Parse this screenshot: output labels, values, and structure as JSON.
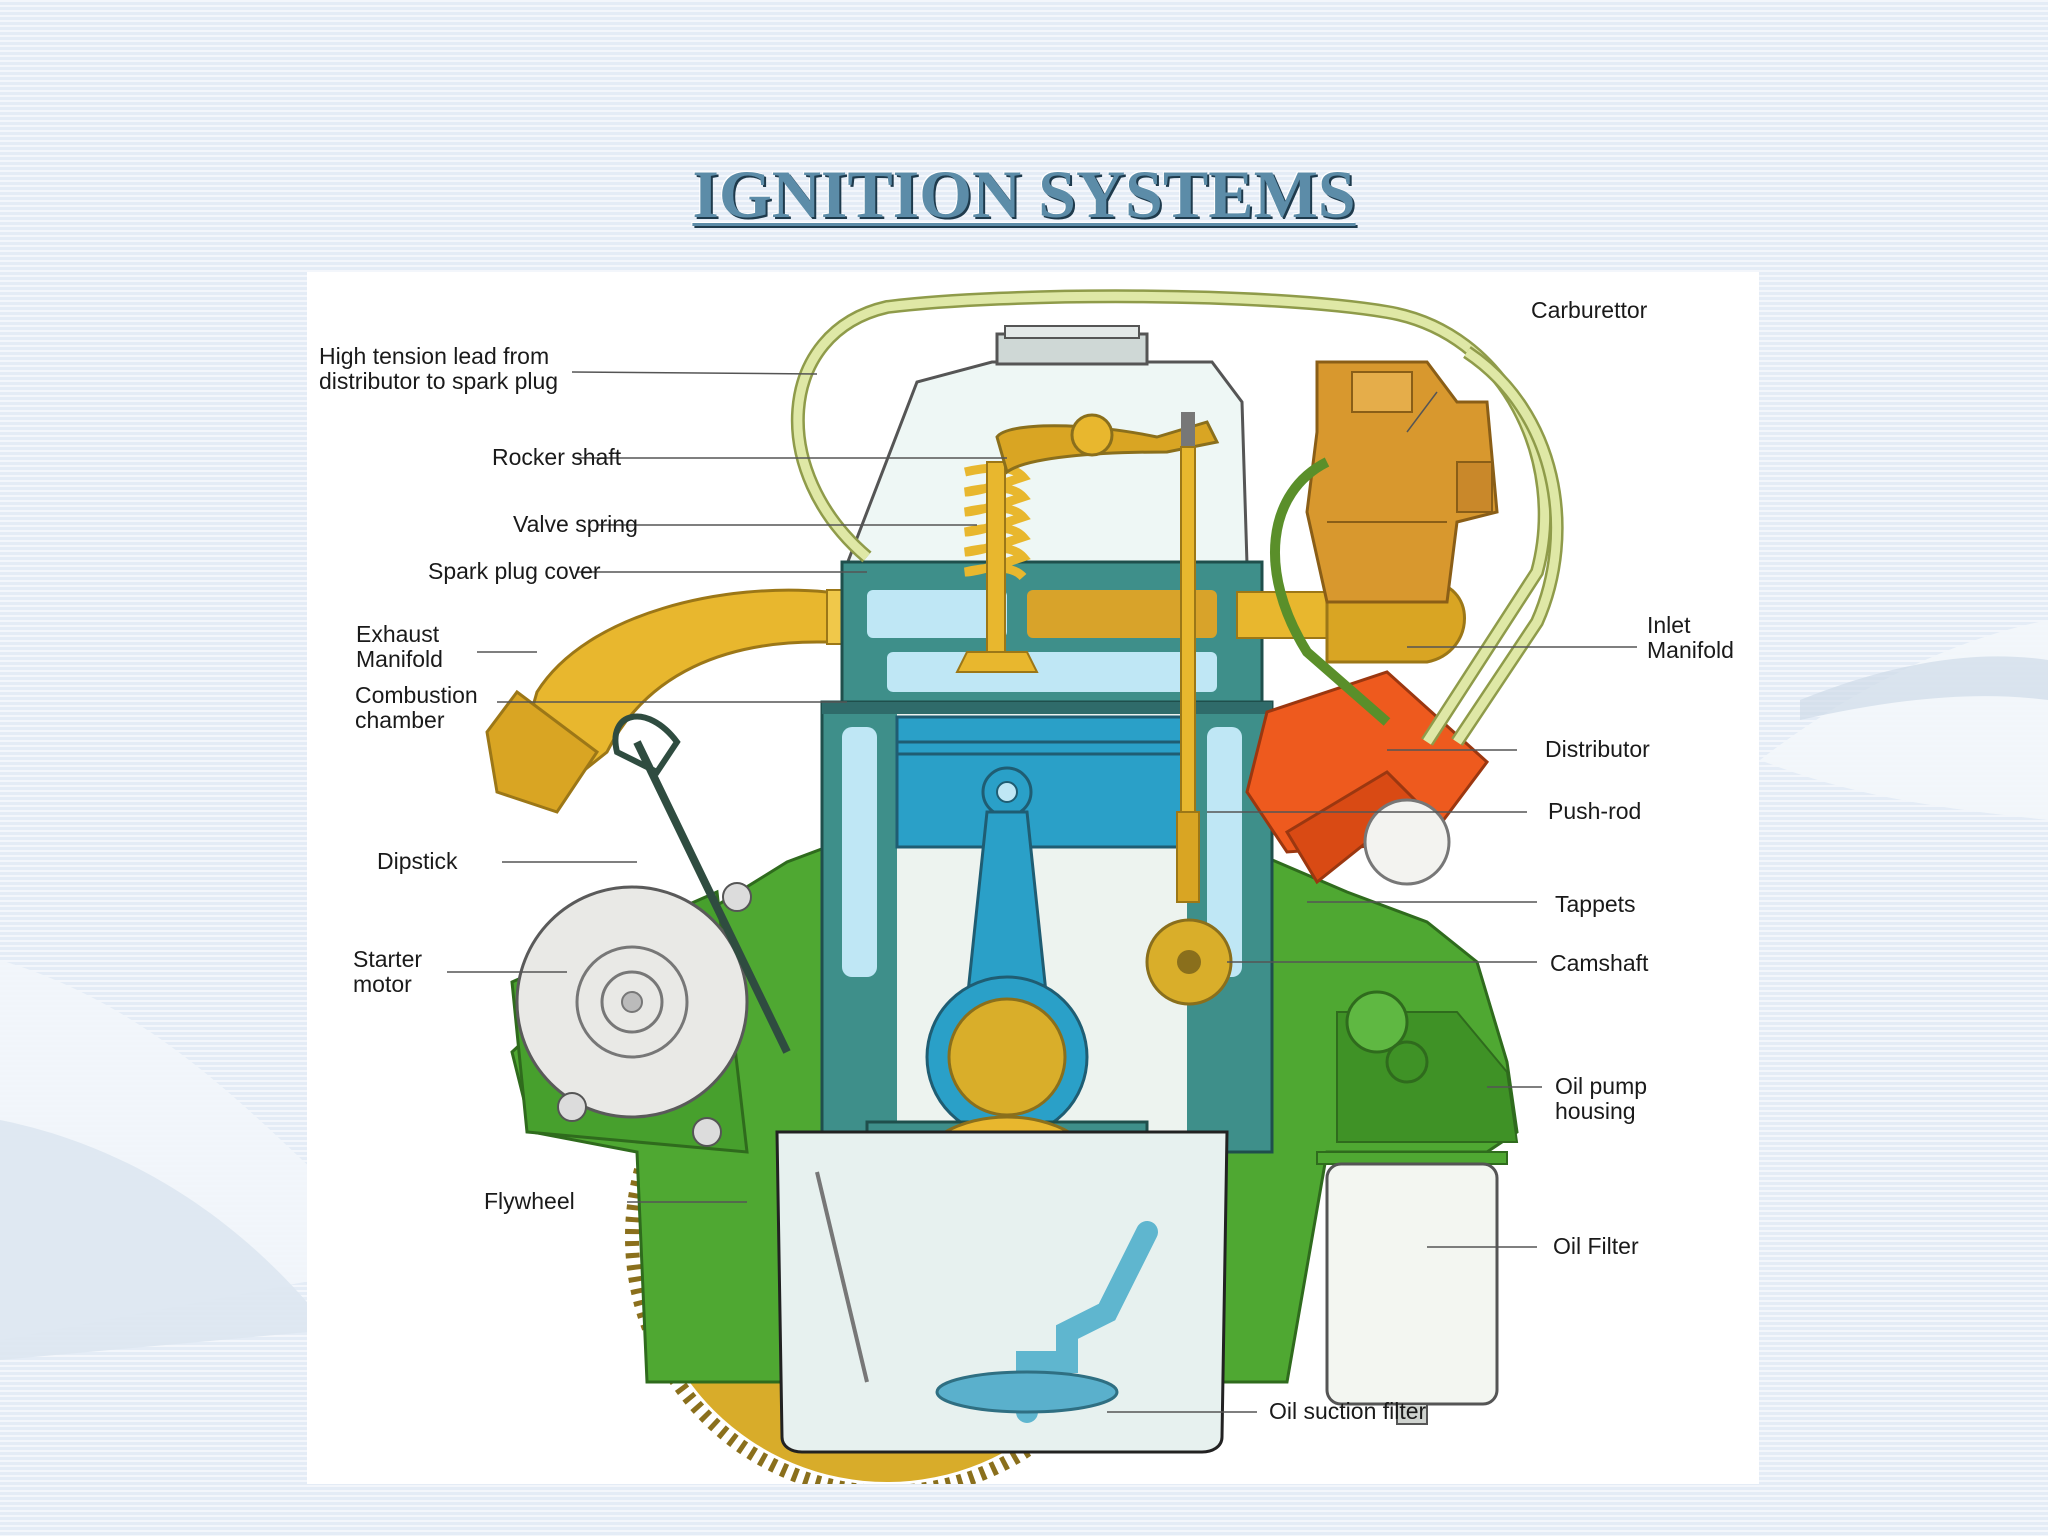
{
  "slide": {
    "title": "IGNITION SYSTEMS"
  },
  "diagram": {
    "labels_left": {
      "ht_lead_1": "High tension lead from",
      "ht_lead_2": "distributor to spark plug",
      "rocker_shaft": "Rocker shaft",
      "valve_spring": "Valve spring",
      "spark_plug_cover": "Spark plug cover",
      "exhaust_1": "Exhaust",
      "exhaust_2": "Manifold",
      "combustion_1": "Combustion",
      "combustion_2": "chamber",
      "dipstick": "Dipstick",
      "starter_1": "Starter",
      "starter_2": "motor",
      "flywheel": "Flywheel"
    },
    "labels_right": {
      "carburettor": "Carburettor",
      "inlet_1": "Inlet",
      "inlet_2": "Manifold",
      "distributor": "Distributor",
      "push_rod": "Push-rod",
      "tappets": "Tappets",
      "camshaft": "Camshaft",
      "oil_pump_1": "Oil pump",
      "oil_pump_2": "housing",
      "oil_filter": "Oil Filter",
      "oil_suction": "Oil suction filter"
    },
    "colors": {
      "block_green": "#4fa832",
      "casting_teal": "#3e8f8a",
      "piston_blue": "#2aa0c8",
      "coolant_light": "#bfe7f5",
      "yellow_parts": "#e8b72e",
      "carburettor_orange": "#d8982e",
      "distributor_red": "#ee5a1e",
      "lead_pale": "#dfe8a6"
    }
  }
}
